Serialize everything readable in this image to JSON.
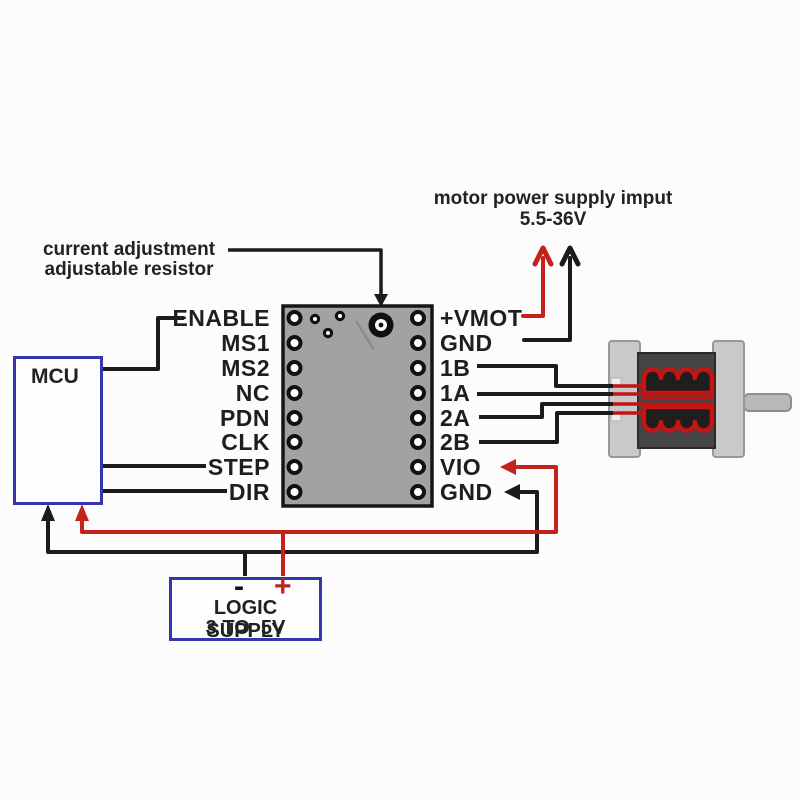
{
  "annotations": {
    "motor_power": {
      "line1": "motor power supply imput",
      "line2": "5.5-36V"
    },
    "current_adjustment": {
      "line1": "current adjustment",
      "line2": "adjustable resistor"
    }
  },
  "driver_board": {
    "left_pins": [
      "ENABLE",
      "MS1",
      "MS2",
      "NC",
      "PDN",
      "CLK",
      "STEP",
      "DIR"
    ],
    "right_pins": [
      "+VMOT",
      "GND",
      "1B",
      "1A",
      "2A",
      "2B",
      "VIO",
      "GND"
    ]
  },
  "mcu": {
    "label": "MCU"
  },
  "logic_supply": {
    "minus": "-",
    "plus": "+",
    "title": "LOGIC SUPPLY",
    "range": "3 TO  5V"
  },
  "motor": {
    "name": "stepper motor"
  },
  "colors": {
    "wire_black": "#1b1b1b",
    "wire_red": "#c4231c",
    "box_border_blue": "#3535ad",
    "board_gray": "#a2a2a2",
    "motor_body_gray": "#454545",
    "motor_flange_gray": "#c9c9c9",
    "coil_red": "#c41414"
  }
}
